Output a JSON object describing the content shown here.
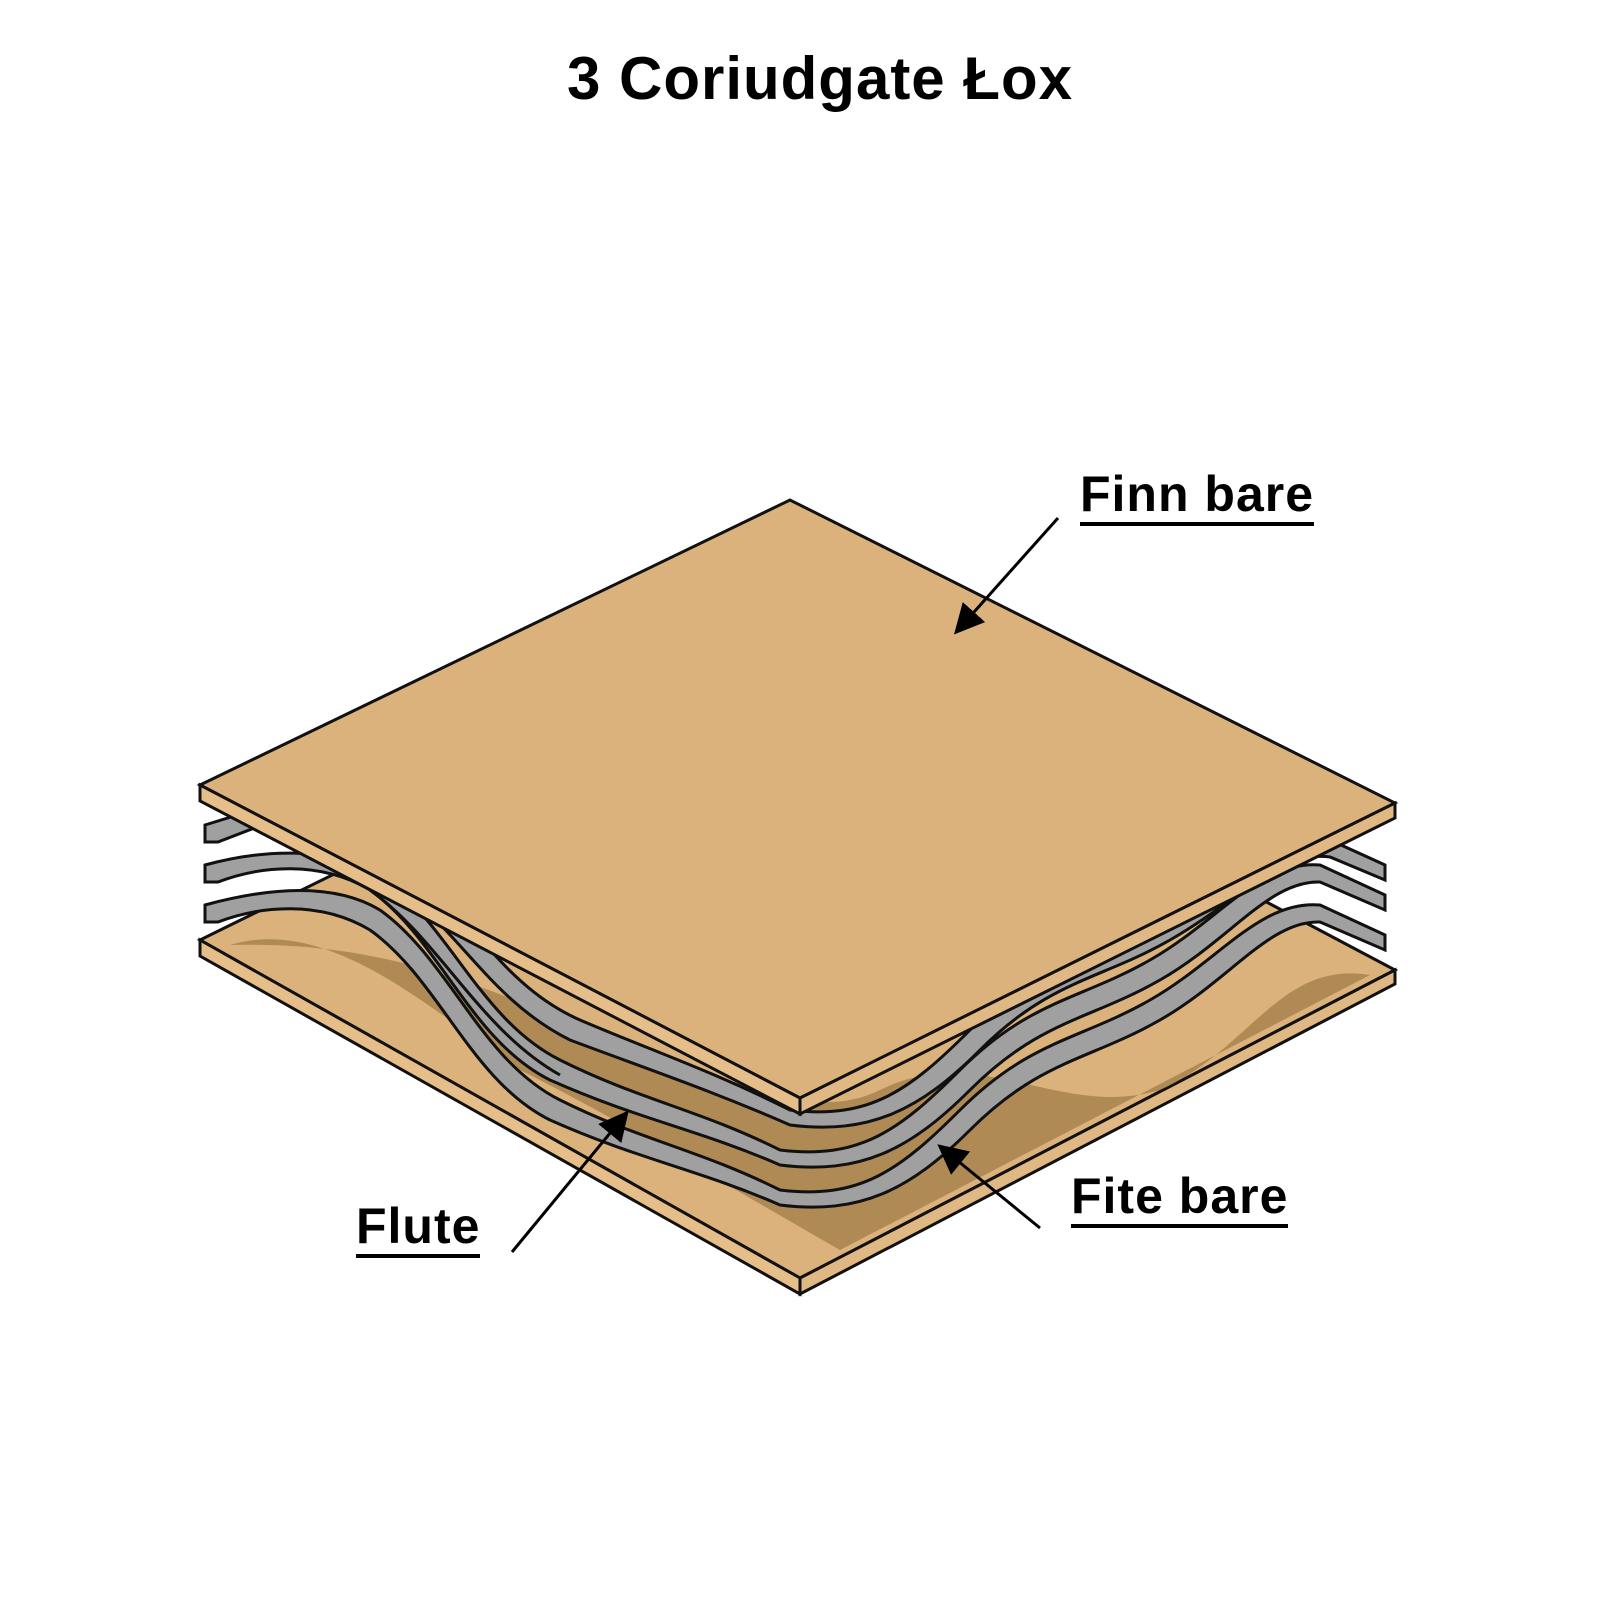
{
  "title": "3 Coriudgate Łox",
  "labels": {
    "top": "Finn bare",
    "right_bottom": "Fite bare",
    "left_bottom": "Flute"
  },
  "colors": {
    "liner": "#DCB27C",
    "liner_edge": "#E6BE8A",
    "liner_shadow": "#A8834F",
    "flute": "#A0A0A0",
    "flute_edge": "#8E8E8E",
    "outline": "#111111",
    "text": "#000000"
  },
  "structure": {
    "layers": [
      "top liner",
      "fluted medium",
      "fluted medium",
      "fluted medium",
      "bottom liner"
    ]
  }
}
